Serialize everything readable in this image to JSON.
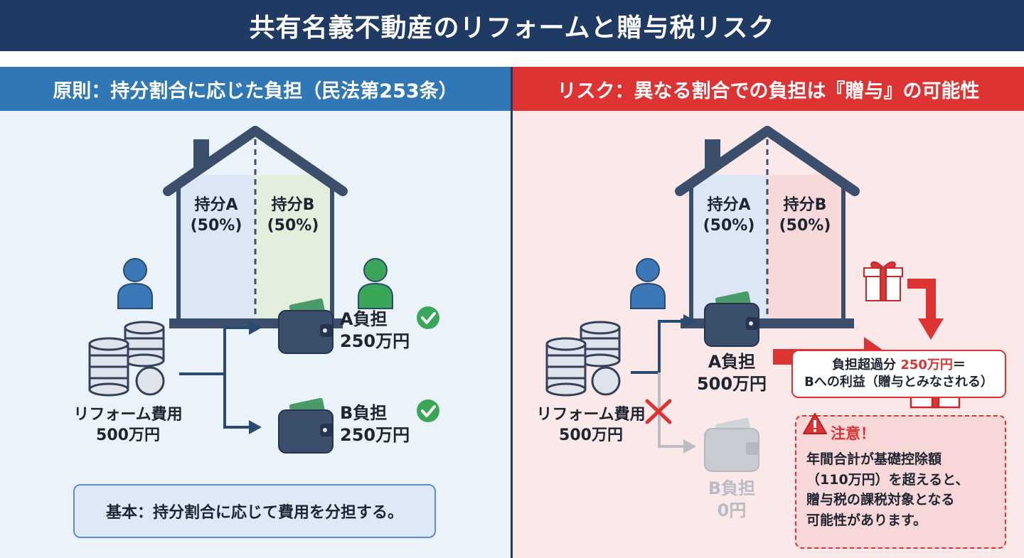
{
  "title": "共有名義不動産のリフォームと贈与税リスク",
  "left": {
    "header": "原則：持分割合に応じた負担（民法第253条）",
    "house": {
      "share_a": "持分A",
      "share_a_pct": "(50%)",
      "share_b": "持分B",
      "share_b_pct": "(50%)"
    },
    "cost_label": "リフォーム費用",
    "cost_value": "500万円",
    "a_label": "A負担",
    "a_value": "250万円",
    "b_label": "B負担",
    "b_value": "250万円",
    "note": "基本：持分割合に応じて費用を分担する。"
  },
  "right": {
    "header": "リスク：異なる割合での負担は『贈与』の可能性",
    "house": {
      "share_a": "持分A",
      "share_a_pct": "(50%)",
      "share_b": "持分B",
      "share_b_pct": "(50%)"
    },
    "cost_label": "リフォーム費用",
    "cost_value": "500万円",
    "a_label": "A負担",
    "a_value": "500万円",
    "b_label": "B負担",
    "b_value": "0円",
    "callout": {
      "prefix": "負担超過分 ",
      "amount": "250万円",
      "suffix": "＝",
      "line2": "Bへの利益（贈与とみなされる）"
    },
    "warning": {
      "title": "注意！",
      "line1": "年間合計が基礎控除額",
      "line2": "（110万円）を超えると、",
      "line3": "贈与税の課税対象となる",
      "line4": "可能性があります。"
    }
  },
  "colors": {
    "navy": "#1f3b63",
    "left_header": "#2f78b5",
    "right_header": "#dd3333",
    "left_bg": "#eaf3fa",
    "right_bg": "#fbe9ea",
    "check_green": "#3aa657"
  }
}
